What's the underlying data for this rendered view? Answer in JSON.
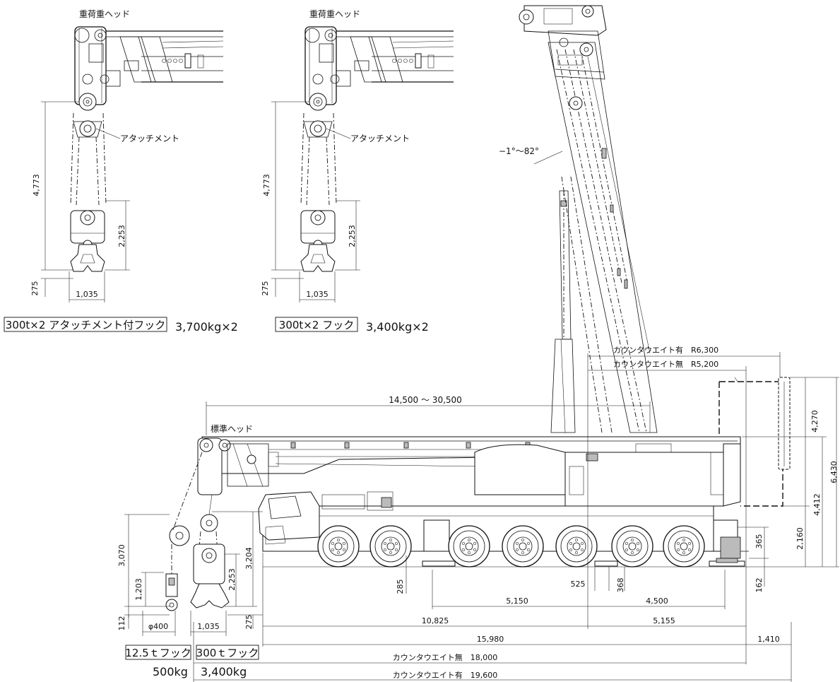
{
  "hook_views": {
    "left": {
      "head_label": "重荷重ヘッド",
      "attachment_label": "アタッチメント",
      "dim_total": "4,773",
      "dim_hook": "2,253",
      "dim_bottom": "275",
      "dim_width": "1,035",
      "caption": "300t×2 アタッチメント付フック",
      "weight": "3,700kg×2"
    },
    "right": {
      "head_label": "重荷重ヘッド",
      "attachment_label": "アタッチメント",
      "dim_total": "4,773",
      "dim_hook": "2,253",
      "dim_bottom": "275",
      "dim_width": "1,035",
      "caption": "300t×2 フック",
      "weight": "3,400kg×2"
    }
  },
  "main_view": {
    "boom_angle": "−1°～82°",
    "boom_length": "14,500 ～ 30,500",
    "standard_head": "標準ヘッド",
    "radius_with_cw": "カウンタウエイト有　R6,300",
    "radius_without_cw": "カウンタウエイト無　R5,200",
    "dim_4270": "4,270",
    "dim_6430": "6,430",
    "dim_4412": "4,412",
    "dim_2160": "2,160",
    "dim_365": "365",
    "dim_162": "162",
    "dim_285": "285",
    "dim_525": "525",
    "dim_368": "368",
    "dim_5150": "5,150",
    "dim_4500": "4,500",
    "dim_10825": "10,825",
    "dim_5155": "5,155",
    "dim_15980": "15,980",
    "dim_1410": "1,410",
    "len_without_cw": "カウンタウエイト無　18,000",
    "len_with_cw": "カウンタウエイト有　19,600"
  },
  "small_hooks": {
    "dim_3070": "3,070",
    "dim_1203": "1,203",
    "dim_112": "112",
    "dim_phi400": "φ400",
    "dim_1035": "1,035",
    "dim_2253": "2,253",
    "dim_3204": "3,204",
    "dim_275": "275",
    "hook_small_caption": "12.5ｔフック",
    "hook_small_weight": "500kg",
    "hook_large_caption": "300ｔフック",
    "hook_large_weight": "3,400kg"
  }
}
